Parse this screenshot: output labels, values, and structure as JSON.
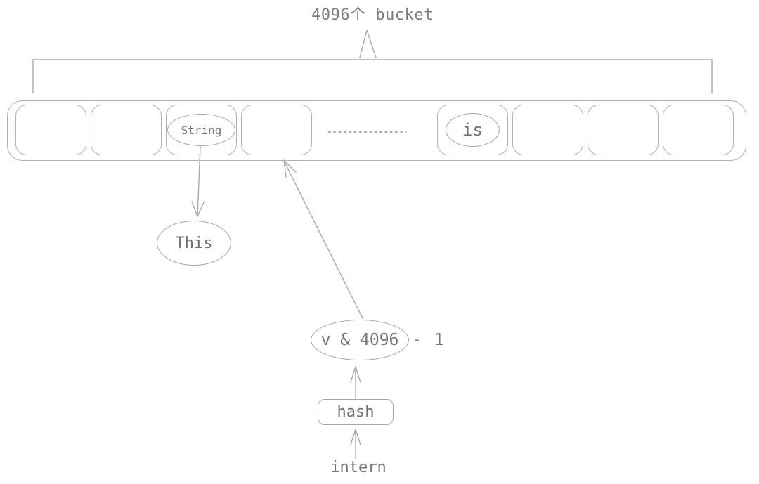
{
  "diagram": {
    "title": "4096个 bucket",
    "buckets": [
      "",
      "",
      "String",
      "",
      "is",
      "",
      "",
      ""
    ],
    "nodes": {
      "this": "This",
      "mask": "v & 4096",
      "mask_suffix": "- 1",
      "hash": "hash",
      "intern": "intern"
    },
    "icons": {
      "brace_tip": "caret-up",
      "ellipsis_dots": "dotted-line"
    },
    "colors": {
      "line": "#a9a9a9",
      "border": "#b1b1b1",
      "text": "#757575",
      "background": "#ffffff"
    }
  }
}
